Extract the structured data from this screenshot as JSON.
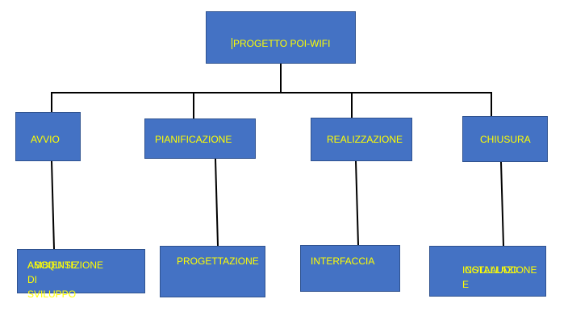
{
  "root": {
    "label": "PROGETTO POI-WIFI"
  },
  "phases": [
    {
      "label": "AVVIO"
    },
    {
      "label": "PIANIFICAZIONE"
    },
    {
      "label": "REALIZZAZIONE"
    },
    {
      "label": "CHIUSURA"
    }
  ],
  "activities": [
    {
      "line1": "ASCQUISIZIONE",
      "line2": "AMBIENTE DI SVILUPPO"
    },
    {
      "line1": "PROGETTAZIONE"
    },
    {
      "line1": "INTERFACCIA"
    },
    {
      "line1": "INSTALLAZIONE E",
      "line2": "COLLAUDO"
    }
  ],
  "colors": {
    "box_fill": "#4472c4",
    "box_border": "#2f528f",
    "text": "#ffff00",
    "connector": "#000000"
  }
}
